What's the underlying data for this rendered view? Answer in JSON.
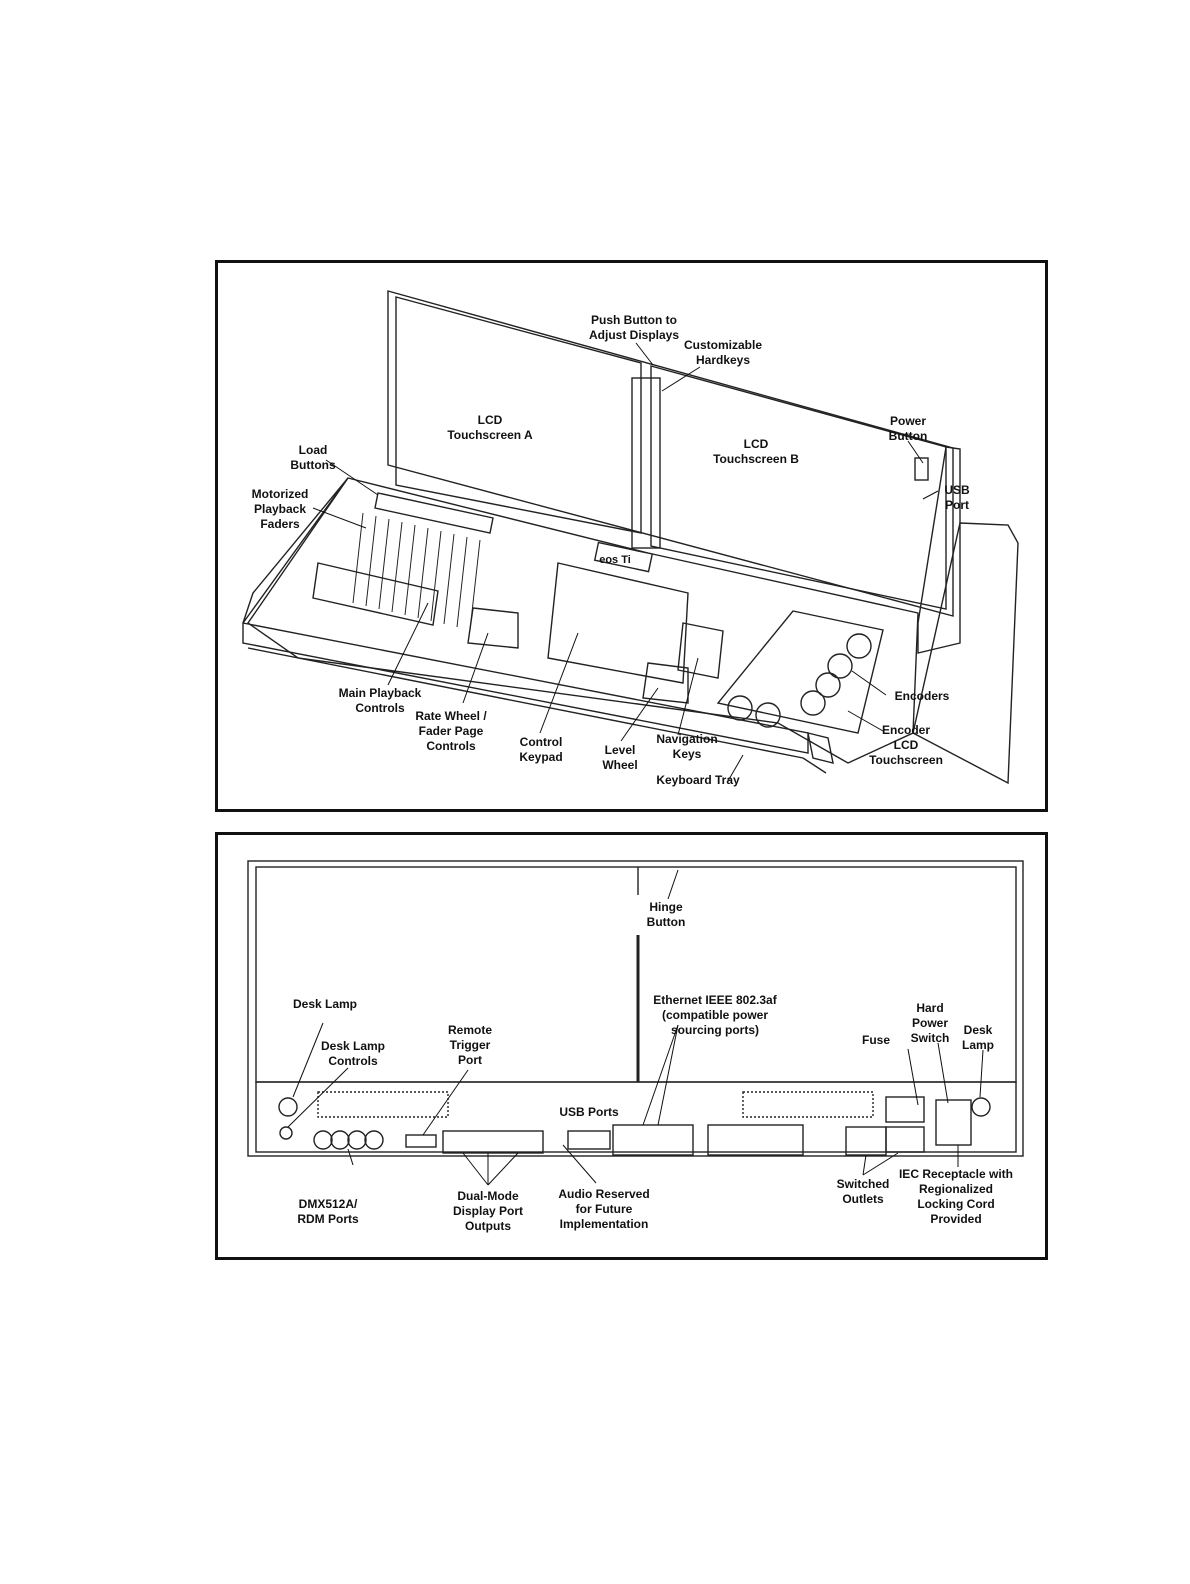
{
  "front": {
    "screen_a": "LCD\nTouchscreen A",
    "screen_b": "LCD\nTouchscreen B",
    "logo": "eos Ti",
    "labels": {
      "push_button": "Push Button to\nAdjust Displays",
      "hardkeys": "Customizable\nHardkeys",
      "power_button": "Power\nButton",
      "usb_port": "USB\nPort",
      "load_buttons": "Load\nButtons",
      "faders": "Motorized\nPlayback\nFaders",
      "main_playback": "Main Playback\nControls",
      "rate_wheel": "Rate Wheel /\nFader Page\nControls",
      "control_keypad": "Control\nKeypad",
      "level_wheel": "Level\nWheel",
      "navigation_keys": "Navigation\nKeys",
      "keyboard_tray": "Keyboard Tray",
      "encoders": "Encoders",
      "encoder_lcd": "Encoder\nLCD\nTouchscreen"
    }
  },
  "rear": {
    "labels": {
      "hinge_button": "Hinge\nButton",
      "desk_lamp_left": "Desk Lamp",
      "desk_lamp_controls": "Desk Lamp\nControls",
      "remote_trigger": "Remote\nTrigger\nPort",
      "ethernet": "Ethernet IEEE 802.3af\n(compatible power\nsourcing ports)",
      "usb_ports": "USB Ports",
      "fuse": "Fuse",
      "hard_power": "Hard\nPower\nSwitch",
      "desk_lamp_right": "Desk\nLamp",
      "dmx": "DMX512A/\nRDM Ports",
      "display_port": "Dual-Mode\nDisplay Port\nOutputs",
      "audio": "Audio Reserved\nfor Future\nImplementation",
      "switched_outlets": "Switched\nOutlets",
      "iec": "IEC Receptacle with\nRegionalized\nLocking Cord\nProvided"
    }
  }
}
